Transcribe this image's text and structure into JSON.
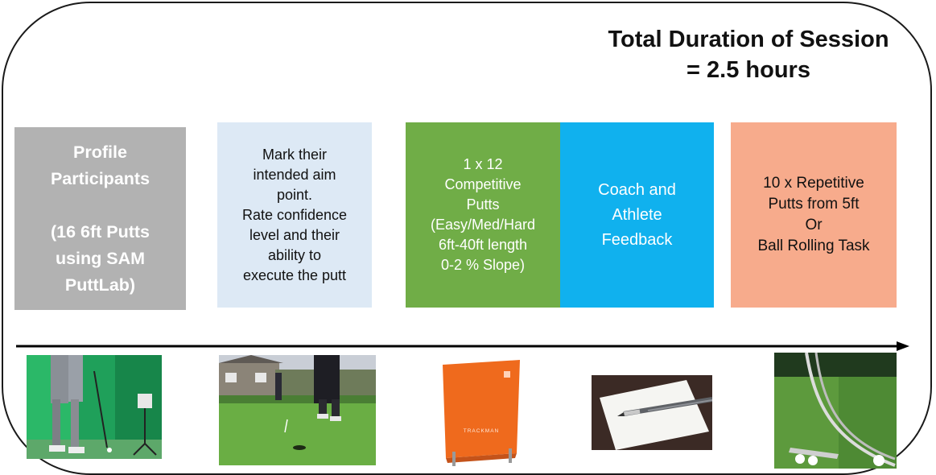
{
  "title": "Total Duration of Session\n= 2.5 hours",
  "steps": [
    {
      "text": "Profile\nParticipants\n\n(16 6ft Putts\nusing SAM\nPuttLab)",
      "color": "#b2b2b2"
    },
    {
      "text": "Mark their\nintended aim\npoint.\nRate confidence\nlevel and their\nability to\nexecute the putt",
      "color": "#dde9f5"
    },
    {
      "text": "1 x 12\nCompetitive\nPutts\n(Easy/Med/Hard\n6ft-40ft length\n0-2 % Slope)",
      "color": "#70ad47"
    },
    {
      "text": "Coach and\nAthlete\nFeedback",
      "color": "#10b1ee"
    },
    {
      "text": "10 x Repetitive\nPutts from 5ft\nOr\nBall Rolling Task",
      "color": "#f7ab8c"
    }
  ],
  "photos": {
    "lab_text": "",
    "trackman_brand": "TRACKMAN"
  }
}
